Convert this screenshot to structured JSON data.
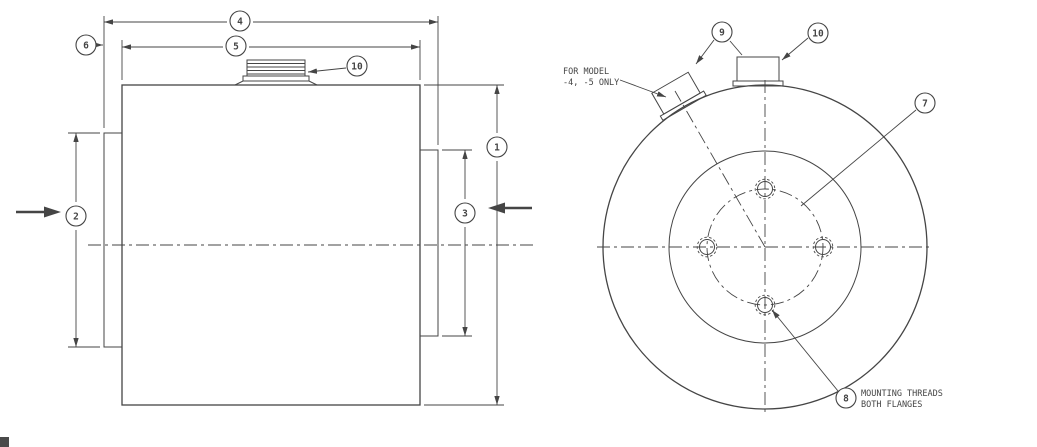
{
  "colors": {
    "line": "#454545",
    "background": "#ffffff"
  },
  "balloons": {
    "1": "1",
    "2": "2",
    "3": "3",
    "4": "4",
    "5": "5",
    "6": "6",
    "7": "7",
    "8": "8",
    "9": "9",
    "10": "10"
  },
  "notes": {
    "model_line1": "FOR MODEL",
    "model_line2": "-4, -5 ONLY",
    "mounting_line1": "MOUNTING THREADS",
    "mounting_line2": "BOTH FLANGES"
  }
}
